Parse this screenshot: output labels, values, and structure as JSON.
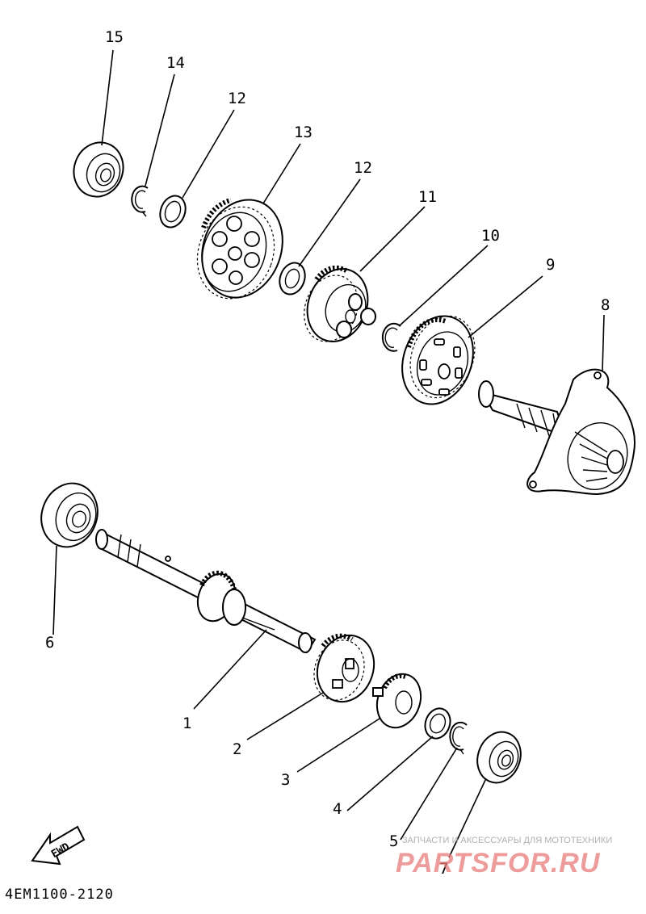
{
  "diagram": {
    "code": "4EM1100-2120",
    "direction_label": "FWD",
    "part_numbers": {
      "p1": "1",
      "p2": "2",
      "p3": "3",
      "p4": "4",
      "p5": "5",
      "p6": "6",
      "p7": "7",
      "p8": "8",
      "p9": "9",
      "p10": "10",
      "p11": "11",
      "p12a": "12",
      "p12b": "12",
      "p13": "13",
      "p14": "14",
      "p15": "15"
    }
  },
  "watermark": {
    "tagline": "ЗАПЧАСТИ И АКСЕССУАРЫ ДЛЯ МОТОТЕХНИКИ",
    "brand": "PARTSFOR.RU"
  }
}
